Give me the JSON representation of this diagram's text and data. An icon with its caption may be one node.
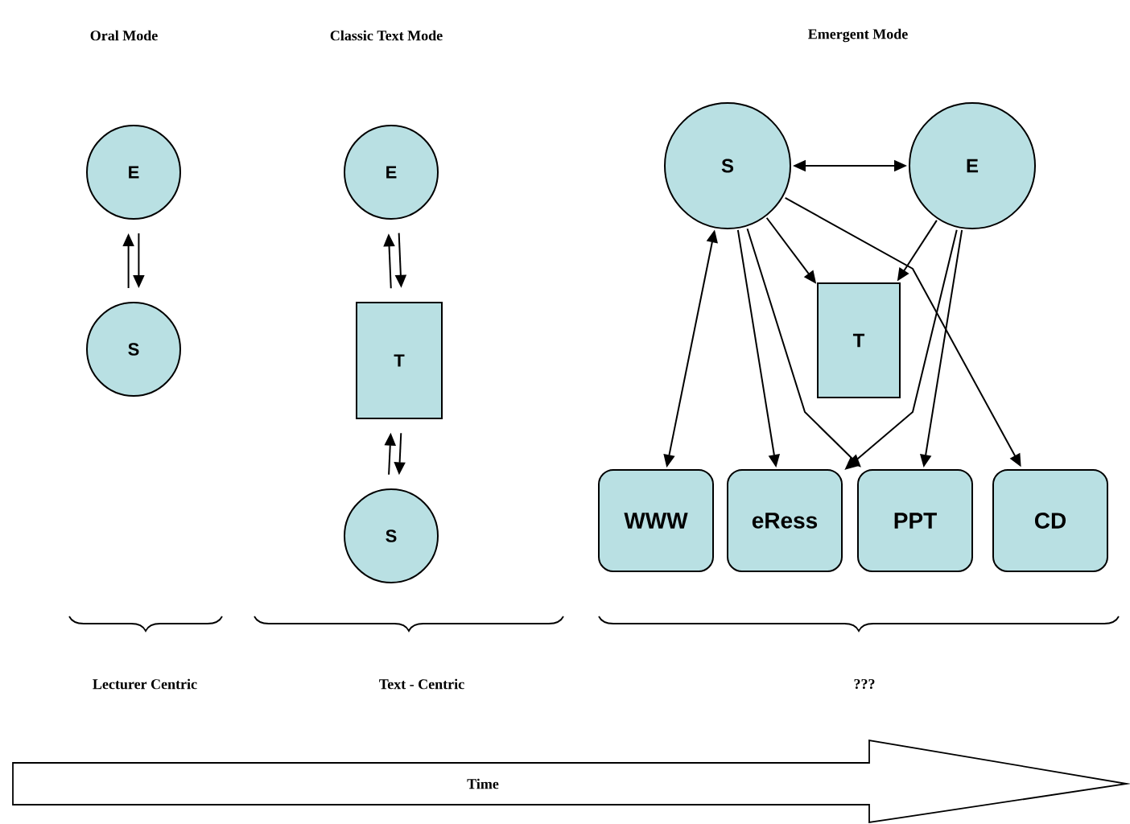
{
  "diagram": {
    "nodes": [
      {
        "text": [
          "E"
        ]
      },
      {
        "text": [
          "S"
        ]
      },
      {
        "text": [
          "E"
        ]
      },
      {
        "text": [
          "T"
        ]
      },
      {
        "text": [
          "S"
        ]
      },
      {
        "text": [
          "S"
        ]
      },
      {
        "text": [
          "E"
        ]
      },
      {
        "text": [
          "T"
        ]
      },
      {
        "text": [
          "WWW"
        ]
      },
      {
        "text": [
          "eRess"
        ]
      },
      {
        "text": [
          "PPT"
        ]
      },
      {
        "text": [
          "CD"
        ]
      },
      {
        "text": [
          "Time"
        ]
      }
    ],
    "edges": [
      {
        "from": 1,
        "to": 0,
        "arrow": "to"
      },
      {
        "from": 0,
        "to": 1,
        "arrow": "to"
      },
      {
        "from": 3,
        "to": 2,
        "arrow": "to"
      },
      {
        "from": 2,
        "to": 3,
        "arrow": "to"
      },
      {
        "from": 4,
        "to": 3,
        "arrow": "to"
      },
      {
        "from": 3,
        "to": 4,
        "arrow": "to"
      },
      {
        "from": 5,
        "to": 6,
        "arrow": "both"
      },
      {
        "from": 5,
        "to": 7,
        "arrow": "to"
      },
      {
        "from": 6,
        "to": 7,
        "arrow": "to"
      },
      {
        "from": 5,
        "to": 8,
        "arrow": "both"
      },
      {
        "from": 5,
        "to": 9,
        "arrow": "to"
      },
      {
        "from": 5,
        "to": 10,
        "arrow": "to"
      },
      {
        "from": 5,
        "to": 11,
        "arrow": "to"
      },
      {
        "from": 6,
        "to": 9,
        "arrow": "to"
      },
      {
        "from": 6,
        "to": 10,
        "arrow": "to"
      }
    ],
    "labels": [
      "Oral Mode",
      "Classic Text Mode",
      "Emergent Mode",
      "Lecturer Centric",
      "Text - Centric",
      "???"
    ]
  }
}
